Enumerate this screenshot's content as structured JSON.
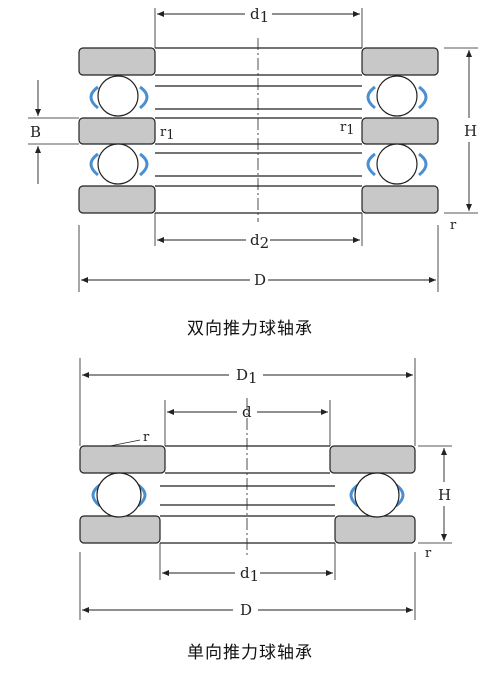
{
  "double_bearing": {
    "caption": "双向推力球轴承",
    "labels": {
      "d1": "d",
      "d1_sub": "1",
      "d2": "d",
      "d2_sub": "2",
      "D": "D",
      "H": "H",
      "B": "B",
      "r1_left": "r",
      "r1_left_sub": "1",
      "r1_right": "r",
      "r1_right_sub": "1",
      "r": "r"
    }
  },
  "single_bearing": {
    "caption": "单向推力球轴承",
    "labels": {
      "D1": "D",
      "D1_sub": "1",
      "d": "d",
      "d1": "d",
      "d1_sub": "1",
      "D": "D",
      "H": "H",
      "r_top": "r",
      "r_bottom": "r"
    }
  },
  "colors": {
    "ring_fill": "#c8c8c8",
    "ball_fill": "#ffffff",
    "cage": "#4a8fd0",
    "line": "#222222"
  }
}
